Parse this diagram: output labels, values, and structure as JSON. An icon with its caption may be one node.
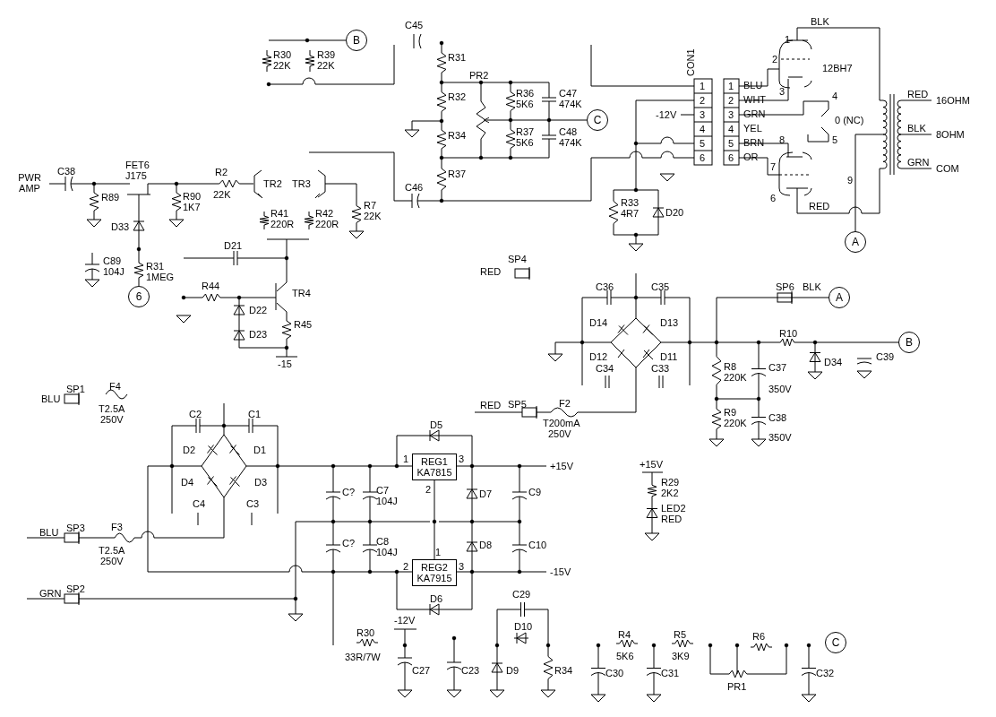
{
  "diagram": {
    "nodes": [
      {
        "text": [
          "B"
        ]
      },
      {
        "text": [
          "C"
        ]
      },
      {
        "text": [
          "A"
        ]
      },
      {
        "text": [
          "6"
        ]
      },
      {
        "text": [
          "A"
        ]
      },
      {
        "text": [
          "B"
        ]
      },
      {
        "text": [
          "REG1",
          "KA7815"
        ],
        "beside": [
          "1",
          "3",
          "2"
        ]
      },
      {
        "text": [
          "REG2",
          "KA7915"
        ],
        "beside": [
          "1",
          "2",
          "3"
        ]
      },
      {
        "text": [
          "C"
        ]
      }
    ],
    "edges": [
      {
        "from": null,
        "to": 0,
        "arrow": "none"
      },
      {
        "from": 1,
        "to": null,
        "arrow": "to"
      },
      {
        "from": null,
        "to": 2,
        "arrow": "none"
      },
      {
        "from": null,
        "to": 3,
        "arrow": "none"
      },
      {
        "from": null,
        "to": 4,
        "arrow": "none"
      },
      {
        "from": null,
        "to": 5,
        "arrow": "none"
      },
      {
        "from": 6,
        "to": 7,
        "arrow": "none"
      }
    ],
    "labels": [
      "C45",
      "R30",
      "22K",
      "R39",
      "22K",
      "CON1",
      "BLK",
      "1",
      "R31",
      "2",
      "12BH7",
      "PR2",
      "1",
      "1",
      "BLU",
      "R32",
      "R36",
      "5K6",
      "C47",
      "474K",
      "2",
      "2",
      "WHT",
      "3",
      "4",
      "RED",
      "16OHM",
      "-12V",
      "3",
      "3",
      "GRN",
      "0 (NC)",
      "4",
      "4",
      "YEL",
      "R34",
      "R37",
      "5K6",
      "C48",
      "474K",
      "BLK",
      "8OHM",
      "5",
      "5",
      "BRN",
      "5",
      "6",
      "6",
      "OR",
      "8",
      "7",
      "GRN",
      "COM",
      "PWR AMP",
      "C38",
      "FET6",
      "J175",
      "R37",
      "9",
      "R2",
      "22K",
      "TR2",
      "TR3",
      "C46",
      "R89",
      "R90",
      "1K7",
      "6",
      "R7",
      "R33",
      "RED",
      "R41",
      "R42",
      "22K",
      "4R7",
      "D20",
      "D33",
      "220R",
      "220R",
      "D21",
      "C89",
      "104J",
      "R31",
      "1MEG",
      "RED",
      "SP4",
      "R44",
      "TR4",
      "C36",
      "C35",
      "SP6",
      "BLK",
      "D22",
      "R45",
      "D23",
      "D14",
      "D13",
      "R10",
      "-15",
      "D12",
      "D11",
      "C39",
      "D34",
      "C34",
      "C33",
      "R8",
      "220K",
      "C37",
      "350V",
      "BLU",
      "SP1",
      "F4",
      "T2.5A",
      "250V",
      "RED",
      "SP5",
      "F2",
      "T200mA",
      "250V",
      "R9",
      "220K",
      "C38",
      "350V",
      "C2",
      "D5",
      "C1",
      "D2",
      "D1",
      "+15V",
      "+15V",
      "R29",
      "2K2",
      "D4",
      "D3",
      "C?",
      "C7",
      "104J",
      "D7",
      "C9",
      "C4",
      "C3",
      "LED2",
      "RED",
      "BLU",
      "SP3",
      "F3",
      "T2.5A",
      "250V",
      "C?",
      "C8",
      "104J",
      "D8",
      "C10",
      "-15V",
      "GRN",
      "SP2",
      "D6",
      "C29",
      "-12V",
      "R30",
      "33R/7W",
      "D10",
      "R4",
      "5K6",
      "R5",
      "3K9",
      "R6",
      "C27",
      "C23",
      "D9",
      "R34",
      "C30",
      "C31",
      "C32",
      "PR1"
    ]
  }
}
